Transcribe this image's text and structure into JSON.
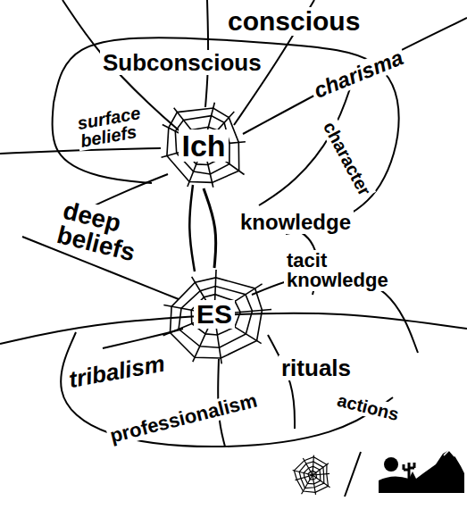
{
  "diagram": {
    "nodes": [
      {
        "text": [
          "Ich"
        ]
      },
      {
        "text": [
          "ES"
        ]
      }
    ],
    "edges": [
      {
        "from": 0,
        "to": 1,
        "arrow": "none"
      }
    ],
    "labels": [
      "Subconscious",
      "conscious",
      "charisma",
      "character",
      "surface beliefs",
      "deep beliefs",
      "knowledge",
      "tacit knowledge",
      "tribalism",
      "professionalism",
      "rituals",
      "actions"
    ]
  }
}
